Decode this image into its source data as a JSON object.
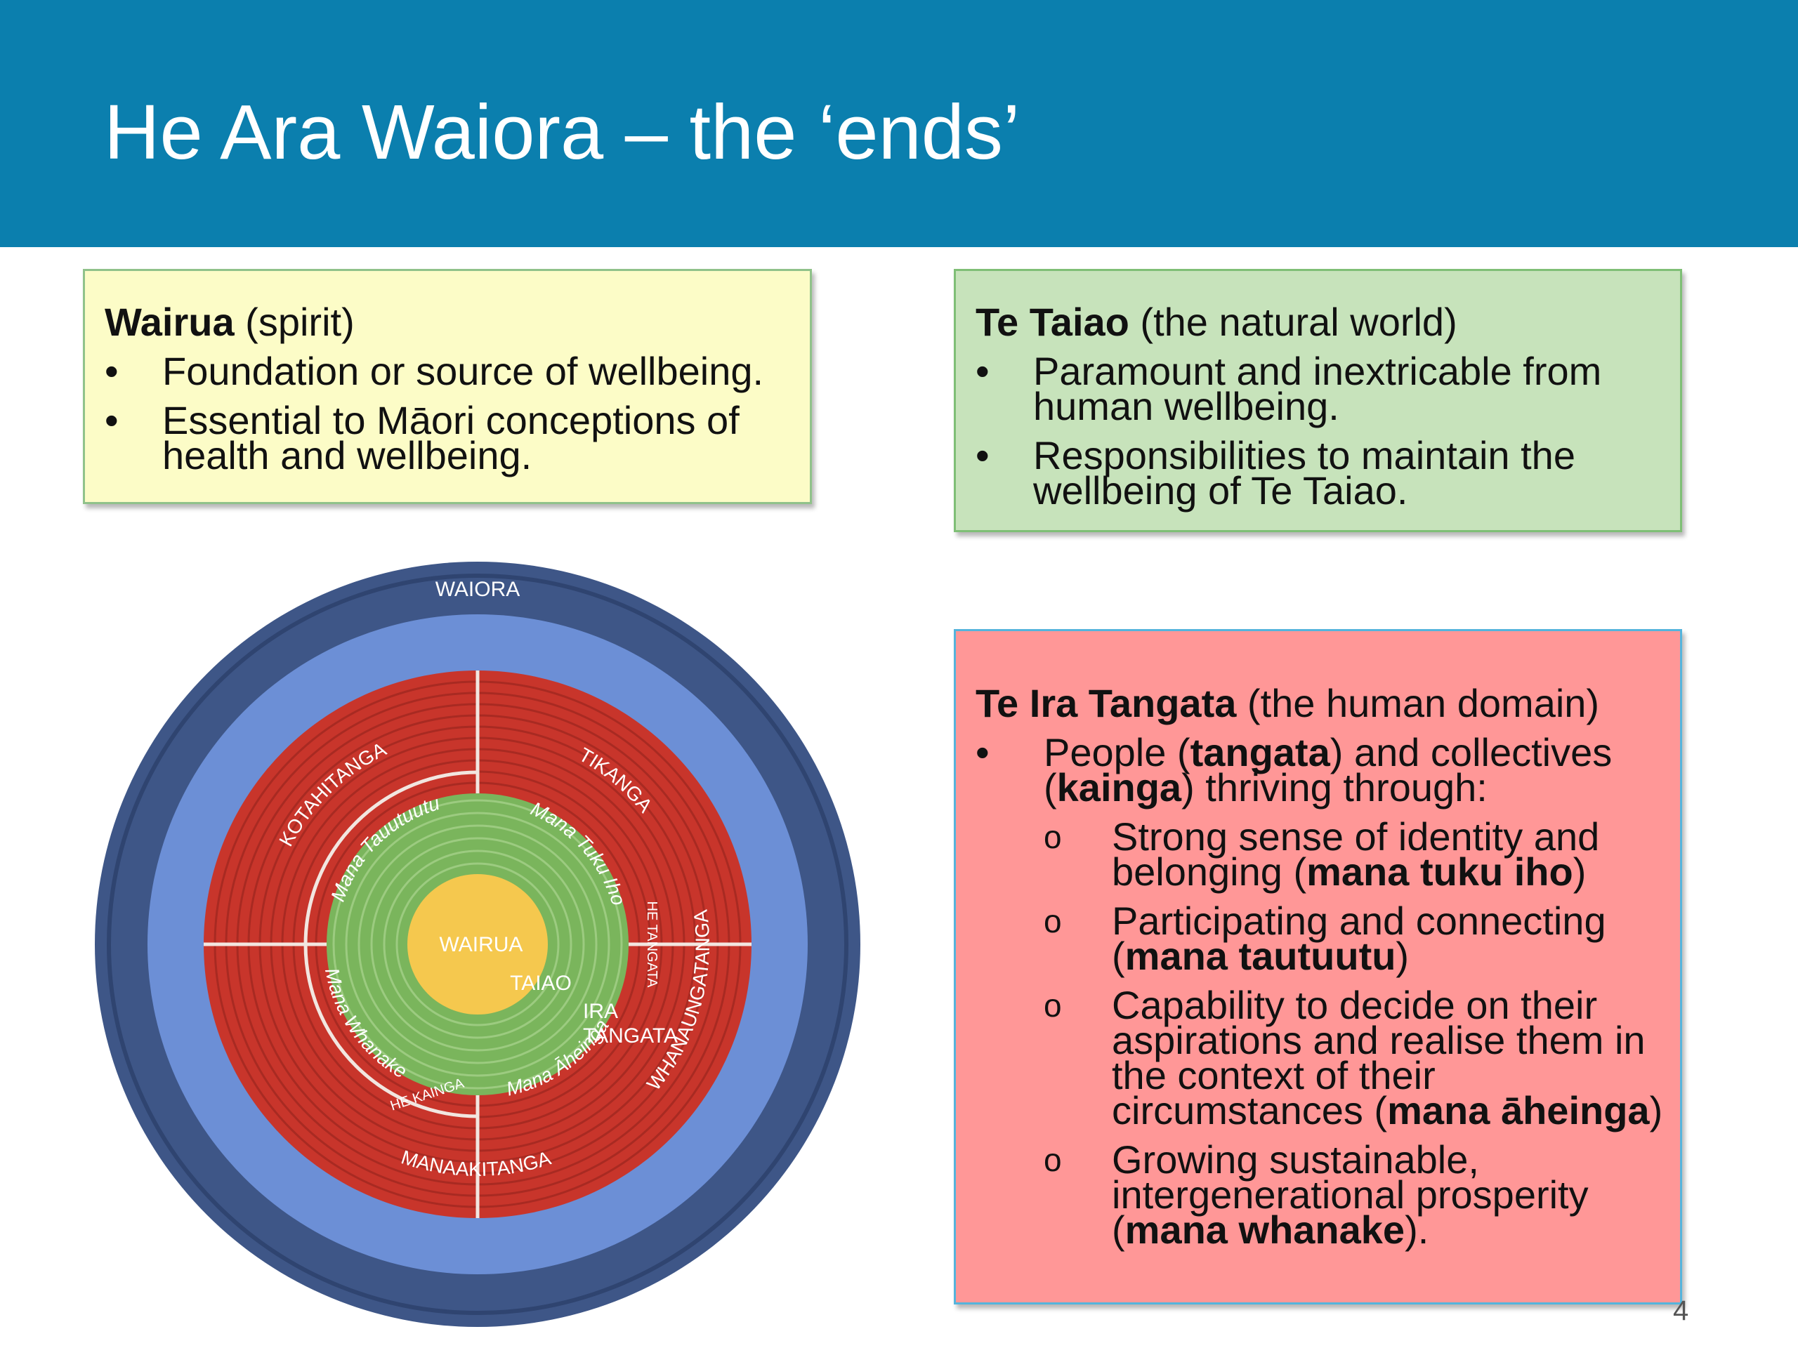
{
  "slide": {
    "title": "He Ara Waiora – the ‘ends’",
    "page_number": "4"
  },
  "wairua_box": {
    "term": "Wairua",
    "gloss": " (spirit)",
    "bullets": [
      "Foundation or source of wellbeing.",
      "Essential to Māori conceptions of health and wellbeing."
    ]
  },
  "taiao_box": {
    "term": "Te Taiao",
    "gloss": " (the natural world)",
    "bullets": [
      "Paramount and inextricable from human wellbeing.",
      "Responsibilities to maintain the wellbeing of Te Taiao."
    ]
  },
  "ira_box": {
    "term": "Te Ira Tangata",
    "gloss": " (the human domain)",
    "bullet": {
      "t1": "People (",
      "b1": "tangata",
      "t2": ") and collectives (",
      "b2": "kainga",
      "t3": ") thriving through:"
    },
    "sub_items": [
      {
        "text": "Strong sense of identity and belonging (",
        "bold": "mana tuku iho",
        "end": ")"
      },
      {
        "text": "Participating and connecting (",
        "bold": "mana tautuutu",
        "end": ")"
      },
      {
        "text": "Capability to decide on their aspirations and realise them in the context of their circumstances (",
        "bold": "mana āheinga",
        "end": ")"
      },
      {
        "text": "Growing sustainable, intergenerational prosperity (",
        "bold": "mana whanake",
        "end": ")."
      }
    ]
  },
  "diagram": {
    "colors": {
      "outer_ring": "#3e5687",
      "middle_ring": "#6c8fd6",
      "red_ring": "#c8352b",
      "green_ring": "#7ab55c",
      "center": "#f5c84e",
      "label": "#ffffff"
    },
    "labels": {
      "waiora": "WAIORA",
      "kotahitanga": "KOTAHITANGA",
      "tikanga": "TIKANGA",
      "manaakitanga": "MANAAKITANGA",
      "whanaungatanga": "WHANAUNGATANGA",
      "mana_tauutuutu": "Mana Tauutuutu",
      "mana_tuku_iho": "Mana Tuku Iho",
      "mana_whanake": "Mana Whanake",
      "mana_aheinga": "Mana Āheinga",
      "he_tangata": "HE TANGATA",
      "he_kainga": "HE KAINGA",
      "ira_tangata_1": "IRA",
      "ira_tangata_2": "TANGATA",
      "taiao": "TAIAO",
      "wairua": "WAIRUA"
    }
  }
}
